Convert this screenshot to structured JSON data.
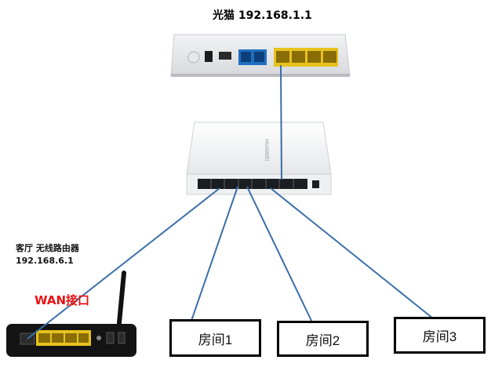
{
  "modem": {
    "label": "光猫 192.168.1.1"
  },
  "switch": {
    "brand": "HUAWEI"
  },
  "router": {
    "label_line1": "客厅 无线路由器",
    "label_line2": "192.168.6.1",
    "wan_label": "WAN接口"
  },
  "rooms": [
    {
      "label": "房间1"
    },
    {
      "label": "房间2"
    },
    {
      "label": "房间3"
    }
  ],
  "colors": {
    "cable": "#3a6ea8",
    "port_yellow": "#e8c21e",
    "port_blue": "#1f6fc0",
    "wan_text": "#ee1111"
  }
}
